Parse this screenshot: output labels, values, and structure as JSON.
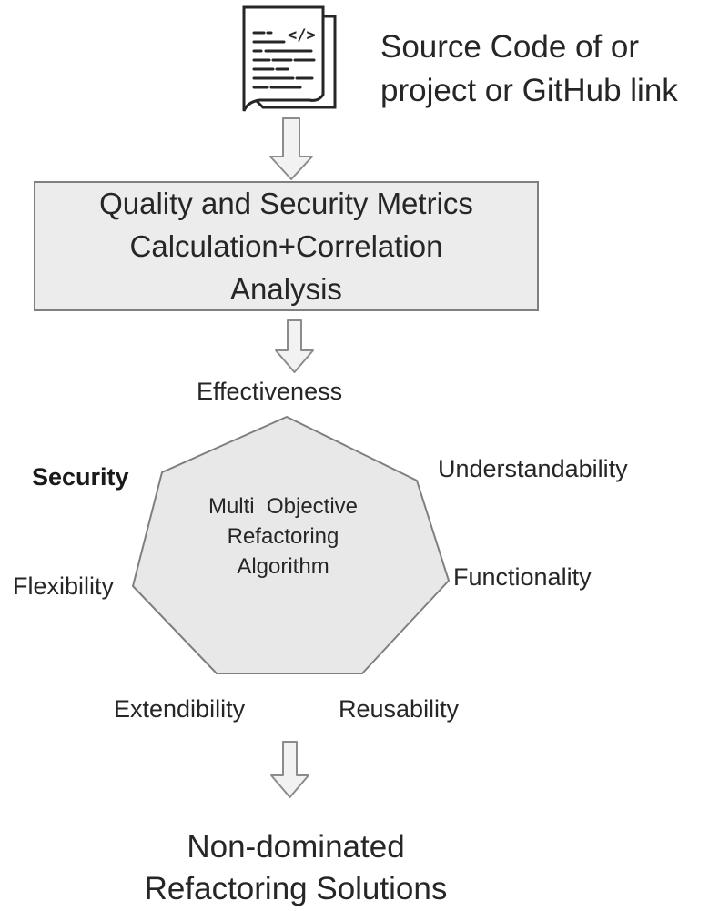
{
  "source": {
    "icon": "source-code-document-icon",
    "code_symbol": "</>",
    "label_line1": "Source Code of or",
    "label_line2": "project or GitHub link"
  },
  "metrics": {
    "line1": "Quality and Security Metrics",
    "line2": "Calculation+Correlation",
    "line3": "Analysis"
  },
  "objectives": {
    "effectiveness": "Effectiveness",
    "security": "Security",
    "understandability": "Understandability",
    "flexibility": "Flexibility",
    "functionality": "Functionality",
    "extendibility": "Extendibility",
    "reusability": "Reusability"
  },
  "algorithm": {
    "line1": "Multi  Objective",
    "line2": "Refactoring",
    "line3": "Algorithm"
  },
  "output": {
    "line1": "Non-dominated",
    "line2": "Refactoring Solutions"
  },
  "colors": {
    "box_fill": "#ececec",
    "box_border": "#7f7f7f",
    "arrow_fill": "#f2f2f2",
    "arrow_stroke": "#8c8c8c",
    "heptagon_fill": "#e8e8e8",
    "text": "#262626"
  }
}
